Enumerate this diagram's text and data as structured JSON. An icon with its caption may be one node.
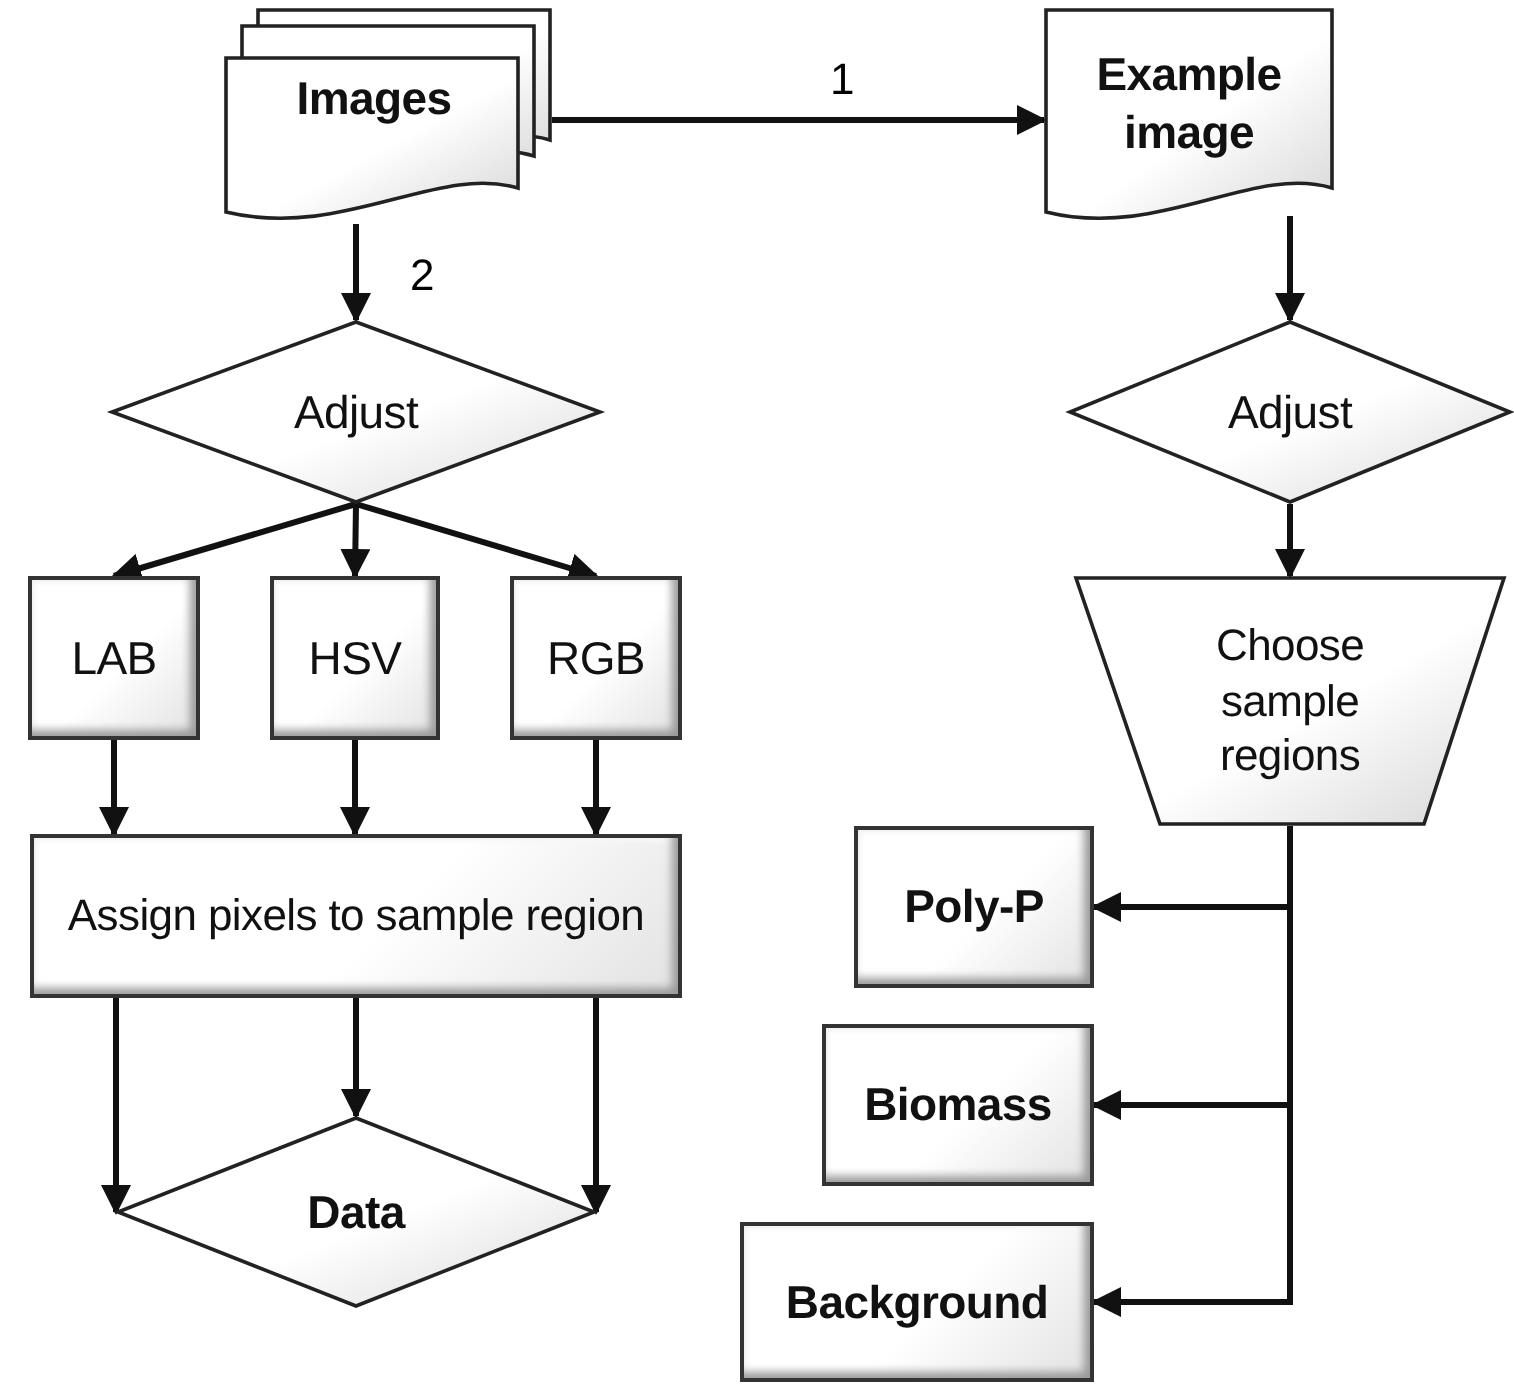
{
  "diagram": {
    "nodes": [
      {
        "text": [
          "Images"
        ]
      },
      {
        "text": [
          "Example image"
        ]
      },
      {
        "text": [
          "Adjust"
        ]
      },
      {
        "text": [
          "Adjust"
        ]
      },
      {
        "text": [
          "LAB"
        ]
      },
      {
        "text": [
          "HSV"
        ]
      },
      {
        "text": [
          "RGB"
        ]
      },
      {
        "text": [
          "Assign pixels to sample region"
        ]
      },
      {
        "text": [
          "Data"
        ]
      },
      {
        "text": [
          "Choose sample regions"
        ]
      },
      {
        "text": [
          "Poly-P"
        ]
      },
      {
        "text": [
          "Biomass"
        ]
      },
      {
        "text": [
          "Background"
        ]
      }
    ],
    "edges": [
      {
        "from": 0,
        "to": 1,
        "arrow": "to",
        "label": "1"
      },
      {
        "from": 0,
        "to": 2,
        "arrow": "to",
        "label": "2"
      },
      {
        "from": 1,
        "to": 3,
        "arrow": "to"
      },
      {
        "from": 2,
        "to": 4,
        "arrow": "to"
      },
      {
        "from": 2,
        "to": 5,
        "arrow": "to"
      },
      {
        "from": 2,
        "to": 6,
        "arrow": "to"
      },
      {
        "from": 4,
        "to": 7,
        "arrow": "to"
      },
      {
        "from": 5,
        "to": 7,
        "arrow": "to"
      },
      {
        "from": 6,
        "to": 7,
        "arrow": "to"
      },
      {
        "from": 7,
        "to": 8,
        "arrow": "to"
      },
      {
        "from": 7,
        "to": 8,
        "arrow": "to"
      },
      {
        "from": 7,
        "to": 8,
        "arrow": "to"
      },
      {
        "from": 3,
        "to": 9,
        "arrow": "to"
      },
      {
        "from": 9,
        "to": 10,
        "arrow": "to"
      },
      {
        "from": 9,
        "to": 11,
        "arrow": "to"
      },
      {
        "from": 9,
        "to": 12,
        "arrow": "to"
      }
    ]
  }
}
